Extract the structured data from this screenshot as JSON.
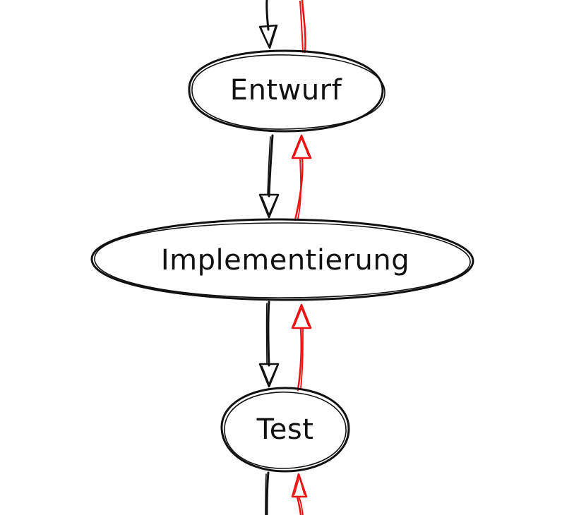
{
  "diagram": {
    "nodes": [
      {
        "id": "entwurf",
        "label": "Entwurf"
      },
      {
        "id": "implementierung",
        "label": "Implementierung"
      },
      {
        "id": "test",
        "label": "Test"
      }
    ],
    "edges": [
      {
        "from": "entwurf",
        "to": "implementierung",
        "kind": "forward"
      },
      {
        "from": "implementierung",
        "to": "entwurf",
        "kind": "feedback"
      },
      {
        "from": "implementierung",
        "to": "test",
        "kind": "forward"
      },
      {
        "from": "test",
        "to": "implementierung",
        "kind": "feedback"
      }
    ],
    "colors": {
      "forward": "#111111",
      "feedback": "#ee1111",
      "node_stroke": "#111111",
      "text": "#111111"
    }
  }
}
